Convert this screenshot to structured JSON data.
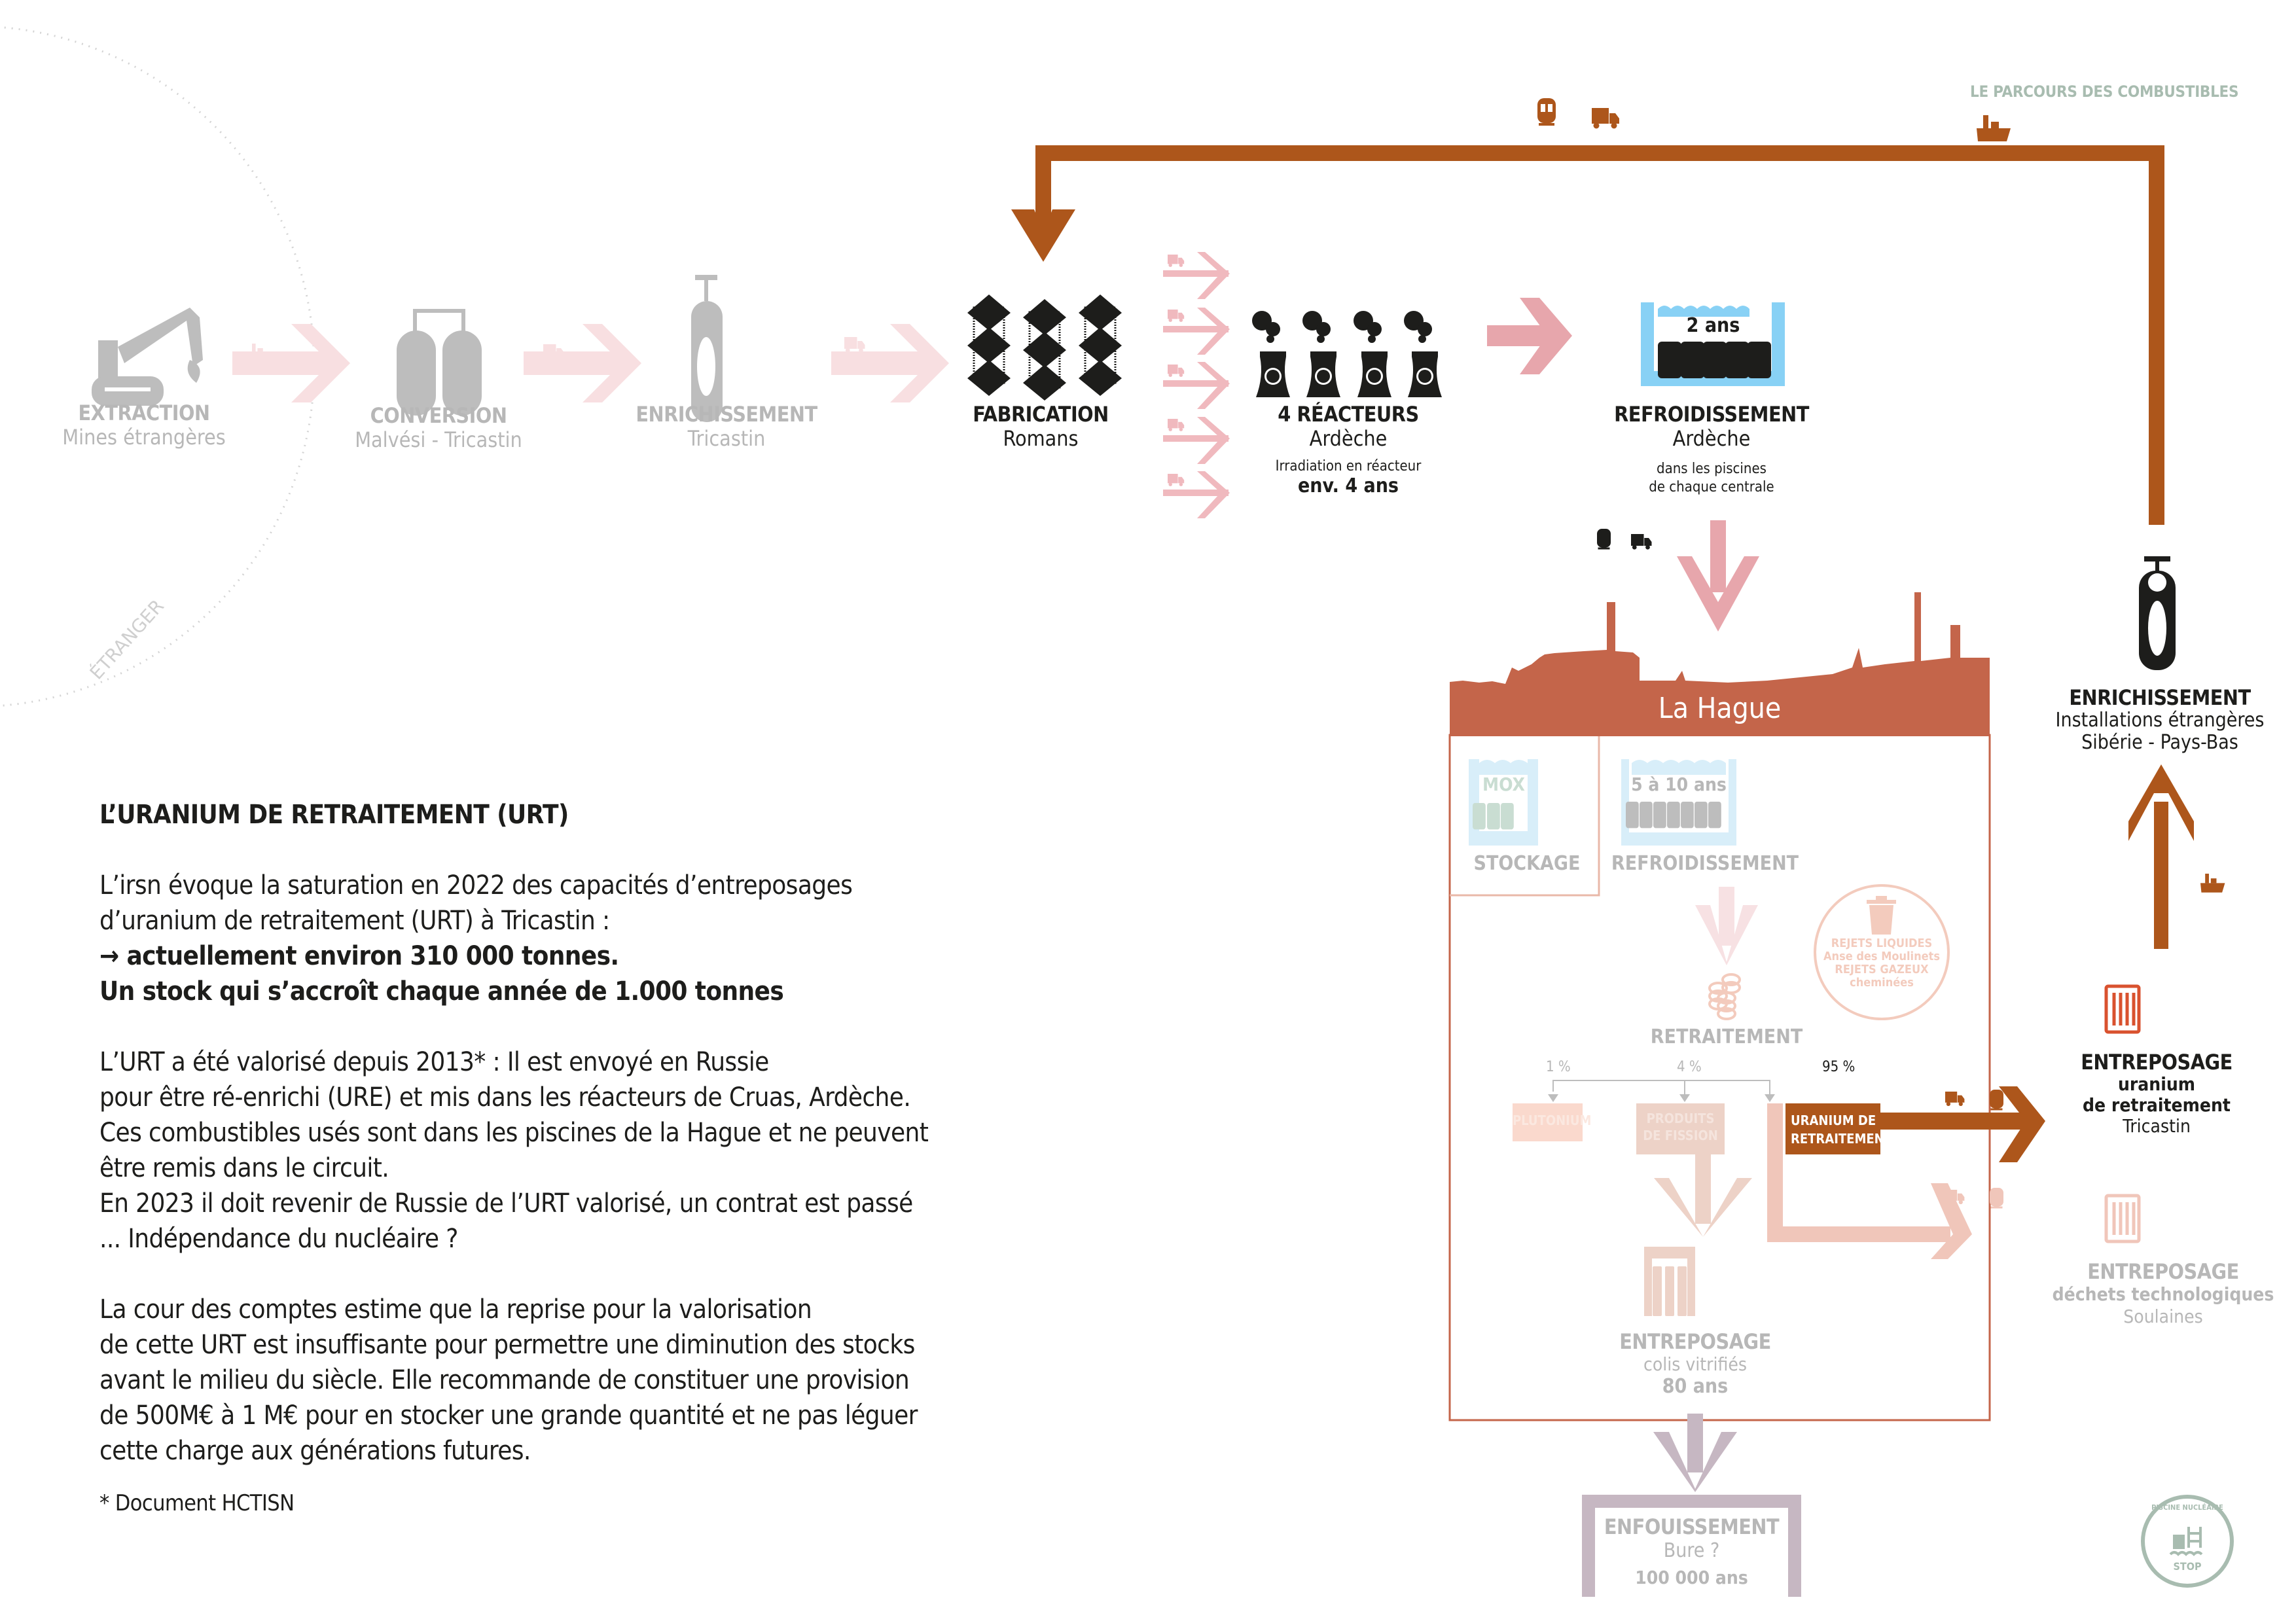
{
  "header": {
    "title": "LE PARCOURS DES COMBUSTIBLES"
  },
  "region_label": "ÉTRANGER",
  "colors": {
    "rust": "#ad561b",
    "hague": "#c4654a",
    "pink": "#e7a6ac",
    "pale_pink": "#f8dfe1",
    "light_blue": "#88d1f5",
    "pale_blue": "#d8eef9",
    "gray": "#b7b7b7",
    "mauve": "#c6b7c2",
    "sage": "#a8bcb0",
    "black": "#1d1d1b"
  },
  "steps": {
    "extraction": {
      "title": "EXTRACTION",
      "sub": "Mines étrangères",
      "icon": "excavator-icon"
    },
    "conversion": {
      "title": "CONVERSION",
      "sub": "Malvési  - Tricastin",
      "icon": "conversion-tanks-icon"
    },
    "enrichissement": {
      "title": "ENRICHISSEMENT",
      "sub": "Tricastin",
      "icon": "centrifuge-icon"
    },
    "fabrication": {
      "title": "FABRICATION",
      "sub": "Romans",
      "icon": "fuel-assembly-icon"
    },
    "reacteurs": {
      "title": "4  RÉACTEURS",
      "sub": "Ardèche",
      "note": "Irradiation en réacteur",
      "duration": "env. 4 ans",
      "count": 4,
      "icon": "cooling-tower-icon"
    },
    "refroidissement": {
      "title": "REFROIDISSEMENT",
      "sub": "Ardèche",
      "note_line1": "dans les piscines",
      "note_line2": "de chaque centrale",
      "pool_label": "2 ans",
      "barrels": 5
    },
    "enrichissement_etranger": {
      "title": "ENRICHISSEMENT",
      "sub1": "Installations  étrangères",
      "sub2": "Sibérie - Pays-Bas"
    },
    "entreposage_urt": {
      "title": "ENTREPOSAGE",
      "sub1": "uranium",
      "sub2": "de retraitement",
      "sub3": "Tricastin"
    },
    "entreposage_dechets": {
      "title": "ENTREPOSAGE",
      "sub1": "déchets technologiques",
      "sub2": "Soulaines"
    }
  },
  "la_hague": {
    "title": "La Hague",
    "stockage": {
      "pool_label": "MOX",
      "label": "STOCKAGE",
      "barrels": 3
    },
    "refroidissement": {
      "pool_label": "5 à 10 ans",
      "label": "REFROIDISSEMENT",
      "barrels": 7
    },
    "rejets": {
      "line1": "REJETS LIQUIDES",
      "line2": "Anse des Moulinets",
      "line3": "REJETS GAZEUX",
      "line4": "cheminées"
    },
    "retraitement": {
      "label": "RETRAITEMENT"
    },
    "split": [
      {
        "pct": "1 %",
        "label": "PLUTONIUM"
      },
      {
        "pct": "4 %",
        "label_line1": "PRODUITS",
        "label_line2": "DE FISSION"
      },
      {
        "pct": "95 %",
        "label_line1": "URANIUM DE",
        "label_line2": "RETRAITEMENT"
      }
    ],
    "vitrifies": {
      "title": "ENTREPOSAGE",
      "sub": "colis vitrifiés",
      "duration": "80 ans"
    }
  },
  "enfouissement": {
    "title": "ENFOUISSEMENT",
    "sub": "Bure ?",
    "duration": "100 000 ans"
  },
  "article": {
    "title": "L’URANIUM DE RETRAITEMENT (URT)",
    "p1_l1": "L’irsn évoque la saturation en 2022 des capacités d’entreposages",
    "p1_l2": "d’uranium de retraitement (URT) à Tricastin :",
    "p1_l3": "→ actuellement environ 310 000 tonnes.",
    "p1_l4": "Un stock qui s’accroît chaque année de 1.000 tonnes",
    "p2_l1": "L’URT a été valorisé depuis 2013* : Il est envoyé en Russie",
    "p2_l2": "pour être ré-enrichi (URE) et mis dans les réacteurs de Cruas, Ardèche.",
    "p2_l3": "Ces combustibles usés sont dans les piscines de la Hague et ne peuvent",
    "p2_l4": "être remis dans le circuit.",
    "p2_l5": "En 2023 il doit revenir de Russie de l’URT valorisé, un contrat est passé",
    "p2_l6": "... Indépendance du nucléaire ?",
    "p3_l1": "La cour des comptes estime que la reprise pour la valorisation",
    "p3_l2": "de cette URT est insuffisante pour permettre une  diminution des stocks",
    "p3_l3": "avant le milieu du siècle. Elle recommande de constituer une provision",
    "p3_l4": "de 500M€ à 1 M€ pour en stocker une grande quantité et ne pas léguer",
    "p3_l5": "cette charge aux générations futures.",
    "footnote": "* Document HCTISN"
  },
  "stamp": {
    "top": "PISCINE NUCLÉAIRE",
    "bottom": "STOP"
  }
}
